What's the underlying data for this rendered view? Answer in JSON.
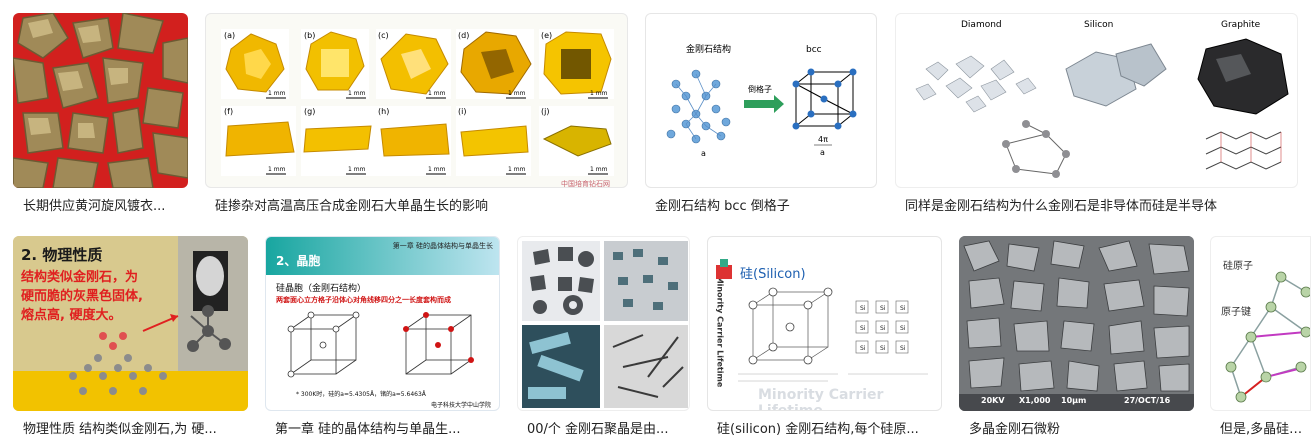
{
  "results": [
    {
      "caption": "长期供应黄河旋风镀衣..."
    },
    {
      "caption": "硅掺杂对高温高压合成金刚石大单晶生长的影响",
      "panel_labels": [
        "(a)",
        "(b)",
        "(c)",
        "(d)",
        "(e)",
        "(f)",
        "(g)",
        "(h)",
        "(i)",
        "(j)"
      ],
      "scale": "1 mm",
      "watermark": "中国培育钻石网"
    },
    {
      "caption": "金刚石结构 bcc 倒格子",
      "labels": {
        "left": "金刚石结构",
        "right": "bcc",
        "arrow": "倒格子",
        "a": "a",
        "frac": "4π",
        "frac_den": "a"
      }
    },
    {
      "caption": "同样是金刚石结构为什么金刚石是非导体而硅是半导体",
      "labels": [
        "Diamond",
        "Silicon",
        "Graphite"
      ]
    },
    {
      "caption": "物理性质 结构类似金刚石,为 硬...",
      "heading": "2. 物理性质",
      "lines": [
        "结构类似金刚石，为",
        "硬而脆的灰黑色固体,",
        "熔点高, 硬度大。"
      ]
    },
    {
      "caption": "第一章 硅的晶体结构与单晶生...",
      "chapter": "第一章  硅的晶体结构与单晶生长",
      "section": "2、晶胞",
      "subtitle": "硅晶胞（金刚石结构）",
      "desc": "两套面心立方格子沿体心对角线移四分之一长度套构而成",
      "note": "* 300K时，硅的a=5.4305Å，锗的a=5.6463Å",
      "school": "电子科技大学中山学院"
    },
    {
      "caption": "00/个 金刚石聚晶是由..."
    },
    {
      "caption": "硅(silicon) 金刚石结构,每个硅原...",
      "title": "硅(Silicon)",
      "vertical": "Minority Carrier Lifetime",
      "footer": "Minority Carrier Lifetime",
      "node": "Si"
    },
    {
      "caption": "多晶金刚石微粉",
      "sem": [
        "20KV",
        "X1,000",
        "10μm",
        "27/OCT/16"
      ]
    },
    {
      "caption": "但是,多晶硅不仅...",
      "labels": [
        "硅原子",
        "原子键"
      ]
    }
  ],
  "colors": {
    "caption": "#222222",
    "accent_green": "#2e9e5b",
    "slide_red": "#e02020"
  }
}
